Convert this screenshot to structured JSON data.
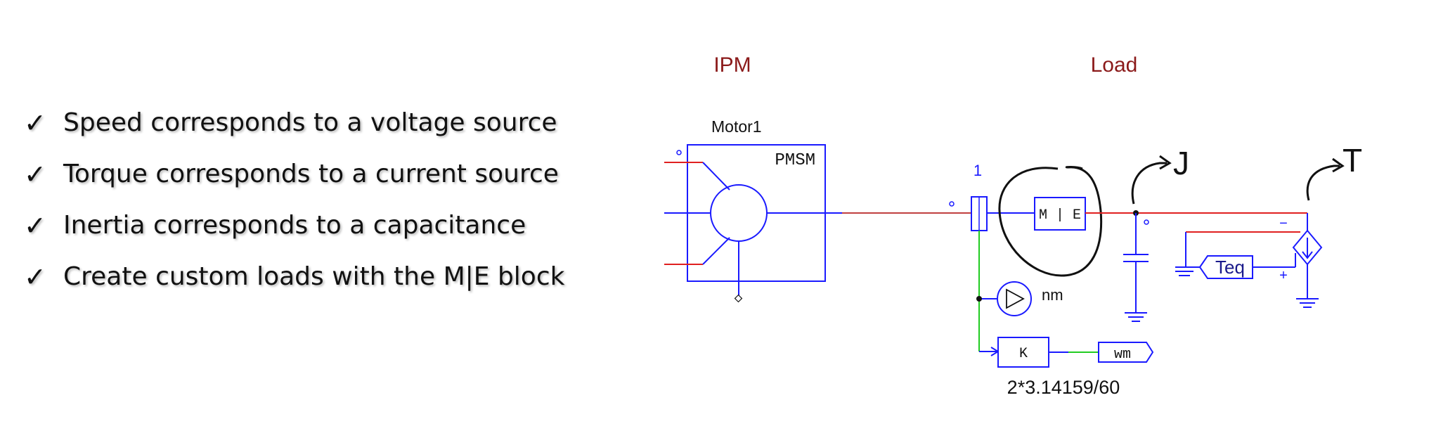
{
  "bullets": [
    {
      "check": "✓",
      "text": "Speed corresponds to a voltage source"
    },
    {
      "check": "✓",
      "text": "Torque corresponds to a current source"
    },
    {
      "check": "✓",
      "text": "Inertia corresponds to a capacitance"
    },
    {
      "check": "✓",
      "text": "Create custom loads with the M|E block"
    }
  ],
  "diagram": {
    "section_labels": {
      "ipm": "IPM",
      "load": "Load"
    },
    "motor": {
      "name": "Motor1",
      "type": "PMSM"
    },
    "sensor": {
      "node_label": "1",
      "me_block": "M | E"
    },
    "meter": {
      "label": "nm"
    },
    "gain": {
      "label": "K",
      "value": "2*3.14159/60"
    },
    "output_label": "wm",
    "torque_label": "Teq",
    "source_signs": {
      "minus": "−",
      "plus": "+"
    },
    "annotations": {
      "inertia": "J",
      "torque": "T"
    },
    "colors": {
      "wire_blue": "#1a1aff",
      "wire_red": "#e02020",
      "wire_green": "#22cc22",
      "annotation_red": "#8b1a1a"
    }
  }
}
